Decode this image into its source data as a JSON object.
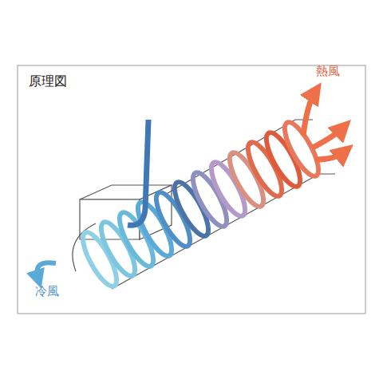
{
  "diagram": {
    "title": "原理図",
    "labels": [
      "熱風",
      "冷風"
    ]
  }
}
